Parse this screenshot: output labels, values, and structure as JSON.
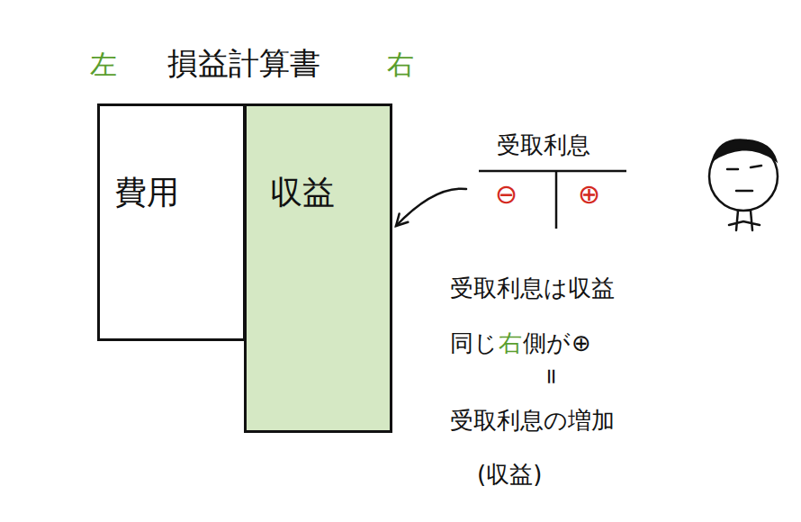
{
  "diagram": {
    "title": "損益計算書",
    "nodes": [
      {
        "text": [
          "費用"
        ]
      },
      {
        "text": [
          "収益"
        ]
      },
      {
        "text": [
          "受取利息",
          "⊖",
          "⊕"
        ]
      }
    ],
    "edges": [
      {
        "from": 2,
        "to": 1,
        "arrow": "to"
      }
    ],
    "labels": [
      "左",
      "右",
      "受取利息は収益",
      "同じ",
      "右",
      "側が",
      "⊕",
      "=",
      "受取利息の増加",
      "(収益)"
    ]
  }
}
